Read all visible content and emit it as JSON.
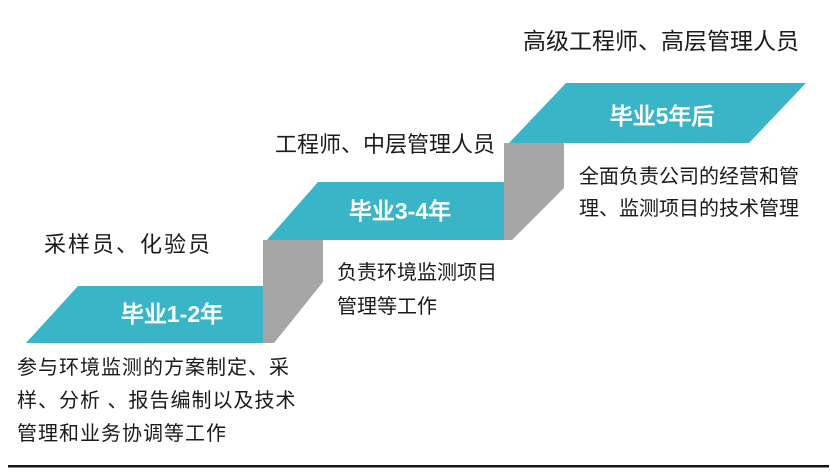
{
  "figure": {
    "title": "career-progression-staircase",
    "colors": {
      "step_fill": "#3ab5c7",
      "connector_fill": "#a6a6a6",
      "body_text": "#1a1a1a",
      "step_label_text": "#ffffff",
      "divider": "#14141c"
    }
  },
  "steps": [
    {
      "role": "采样员、化验员",
      "label": "毕业1-2年",
      "desc_lines": {
        "line1": "参与环境监测的方案制定、采",
        "line2": "样、分析 、报告编制以及技术",
        "line3": "管理和业务协调等工作"
      }
    },
    {
      "role": "工程师、中层管理人员",
      "label": "毕业3-4年",
      "desc_lines": {
        "line1": "负责环境监测项目",
        "line2": "管理等工作"
      }
    },
    {
      "role": "高级工程师、高层管理人员",
      "label": "毕业5年后",
      "desc_lines": {
        "line1": "全面负责公司的经营和管",
        "line2": "理、监测项目的技术管理"
      }
    }
  ]
}
